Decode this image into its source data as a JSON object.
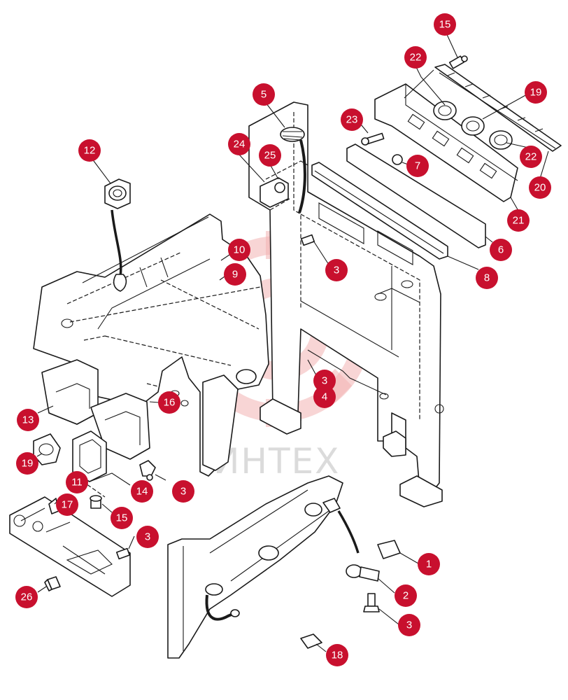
{
  "watermark": {
    "text": "ИНТЕХ",
    "color": "#f3b2b2"
  },
  "callout_color": "#c8102e",
  "callouts": [
    "15",
    "22",
    "19",
    "5",
    "23",
    "7",
    "22",
    "20",
    "24",
    "25",
    "12",
    "21",
    "10",
    "6",
    "9",
    "3",
    "8",
    "3",
    "4",
    "16",
    "13",
    "19",
    "14",
    "3",
    "11",
    "17",
    "15",
    "3",
    "1",
    "2",
    "26",
    "3",
    "18"
  ]
}
